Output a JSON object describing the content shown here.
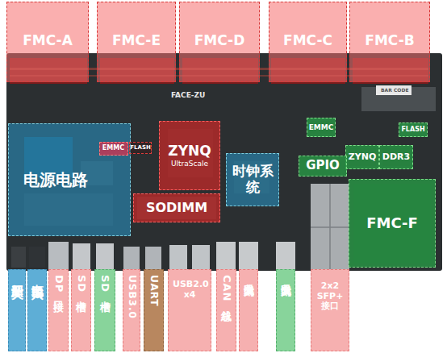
{
  "diagram": {
    "nodes": [
      {
        "text": [
          "FMC-A"
        ]
      },
      {
        "text": [
          "FMC-E"
        ]
      },
      {
        "text": [
          "FMC-D"
        ]
      },
      {
        "text": [
          "FMC-C"
        ]
      },
      {
        "text": [
          "FMC-B"
        ]
      },
      {
        "text": [
          "电源电路"
        ]
      },
      {
        "text": [
          "EMMC"
        ],
        "in": 5
      },
      {
        "text": [
          "FLASH"
        ]
      },
      {
        "text": [
          "ZYNQ",
          "UltraScale"
        ]
      },
      {
        "text": [
          "SODIMM"
        ]
      },
      {
        "text": [
          "时钟系统"
        ]
      },
      {
        "text": [
          "EMMC"
        ]
      },
      {
        "text": [
          "FLASH"
        ]
      },
      {
        "text": [
          "ZYNQ"
        ]
      },
      {
        "text": [
          "DDR3"
        ]
      },
      {
        "text": [
          "GPIO"
        ]
      },
      {
        "text": [
          "FMC-F"
        ]
      },
      {
        "text": [
          "船型开关"
        ]
      },
      {
        "text": [
          "电源输入"
        ]
      },
      {
        "text": [
          "DP接口"
        ]
      },
      {
        "text": [
          "SD卡槽"
        ]
      },
      {
        "text": [
          "SD卡槽"
        ]
      },
      {
        "text": [
          "USB3.0"
        ]
      },
      {
        "text": [
          "UART"
        ]
      },
      {
        "text": [
          "USB2.0 x4"
        ]
      },
      {
        "text": [
          "CAN总线"
        ]
      },
      {
        "text": [
          "千兆以太网"
        ]
      },
      {
        "text": [
          "千兆以太网"
        ]
      },
      {
        "text": [
          "2x2 SFP+ 接口"
        ]
      }
    ],
    "labels": [
      "FACE-ZU",
      "BAR CODE"
    ]
  }
}
